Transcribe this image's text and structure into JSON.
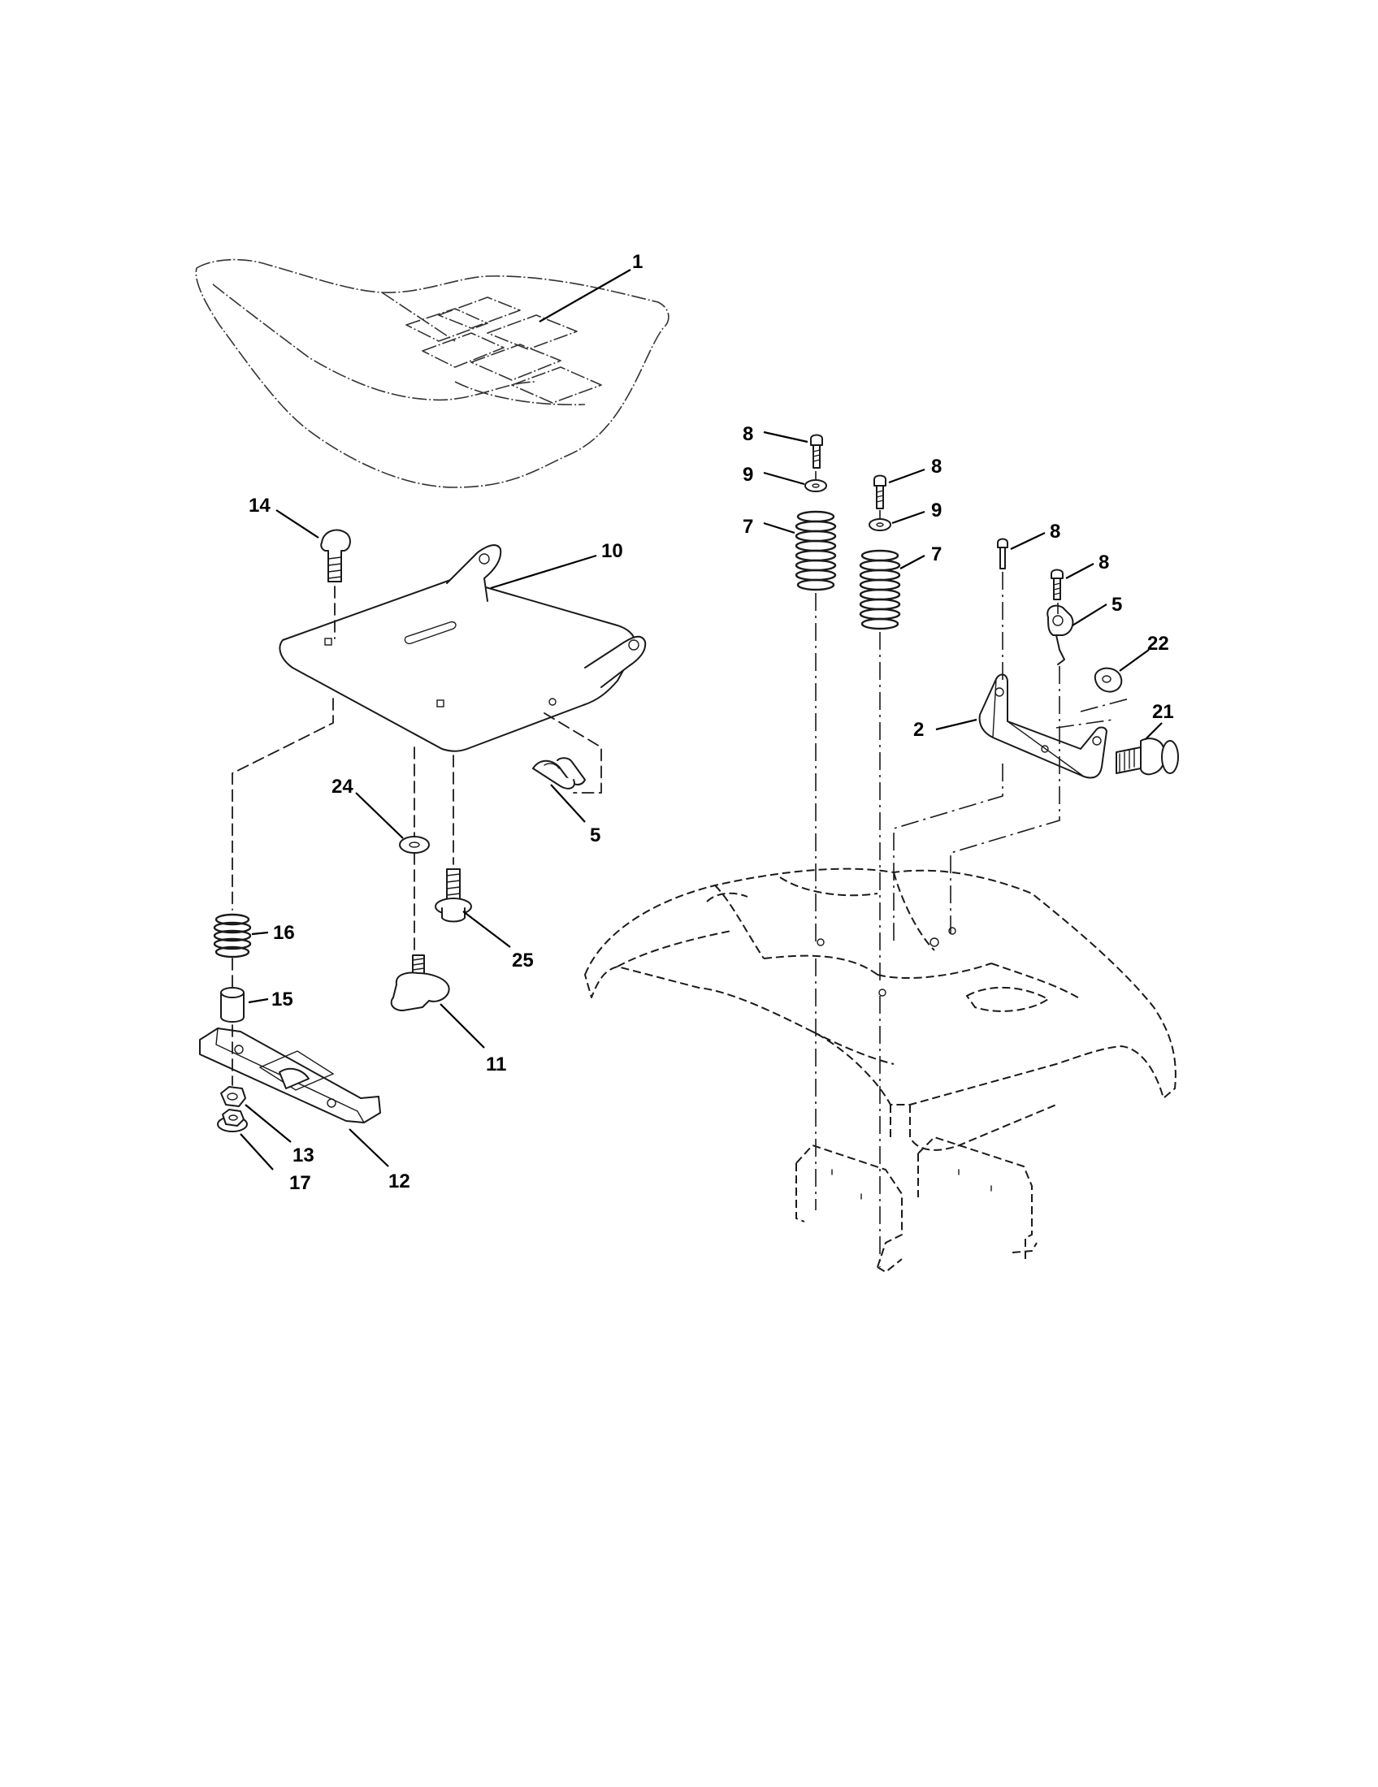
{
  "diagram": {
    "callouts": [
      {
        "id": "c1",
        "text": "1"
      },
      {
        "id": "c14",
        "text": "14"
      },
      {
        "id": "c10",
        "text": "10"
      },
      {
        "id": "c5a",
        "text": "5"
      },
      {
        "id": "c24",
        "text": "24"
      },
      {
        "id": "c25",
        "text": "25"
      },
      {
        "id": "c16",
        "text": "16"
      },
      {
        "id": "c15",
        "text": "15"
      },
      {
        "id": "c11",
        "text": "11"
      },
      {
        "id": "c13",
        "text": "13"
      },
      {
        "id": "c17",
        "text": "17"
      },
      {
        "id": "c12",
        "text": "12"
      },
      {
        "id": "c8a",
        "text": "8"
      },
      {
        "id": "c9a",
        "text": "9"
      },
      {
        "id": "c7a",
        "text": "7"
      },
      {
        "id": "c8b",
        "text": "8"
      },
      {
        "id": "c9b",
        "text": "9"
      },
      {
        "id": "c7b",
        "text": "7"
      },
      {
        "id": "c8c",
        "text": "8"
      },
      {
        "id": "c8d",
        "text": "8"
      },
      {
        "id": "c5b",
        "text": "5"
      },
      {
        "id": "c22",
        "text": "22"
      },
      {
        "id": "c2",
        "text": "2"
      },
      {
        "id": "c21",
        "text": "21"
      }
    ]
  }
}
